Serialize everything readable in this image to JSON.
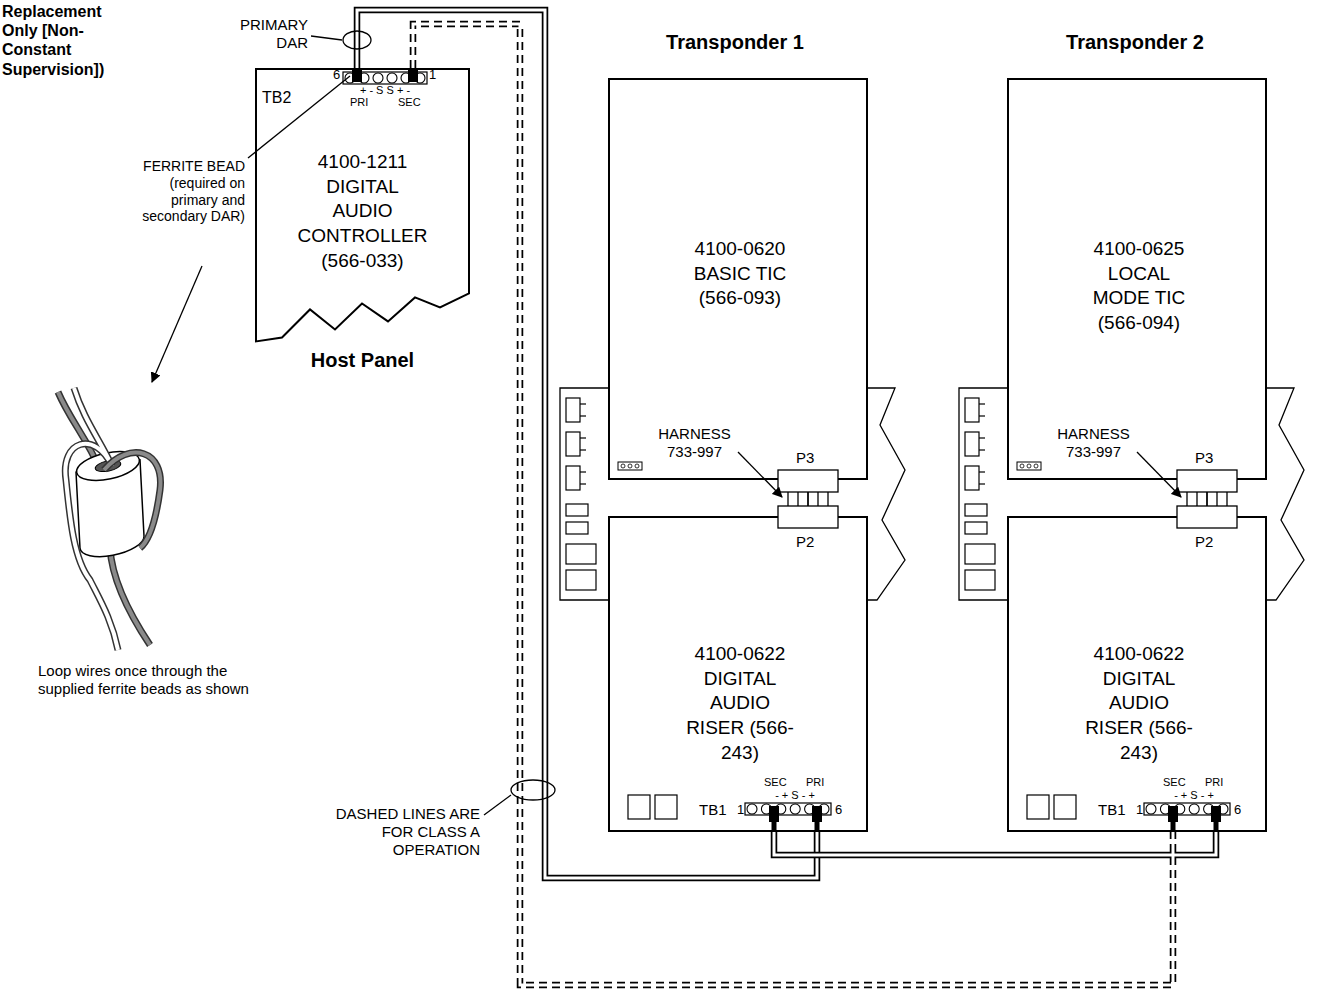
{
  "diagram": {
    "nodes": [
      {
        "text": [
          "4100-1211 DIGITAL AUDIO CONTROLLER (566-033)",
          "Host Panel"
        ]
      },
      {
        "text": [
          "4100-0620 BASIC TIC (566-093)"
        ]
      },
      {
        "text": [
          "4100-0622 DIGITAL AUDIO RISER (566-243)"
        ]
      },
      {
        "text": [
          "4100-0625 LOCAL MODE TIC (566-094)"
        ]
      },
      {
        "text": [
          "4100-0622 DIGITAL AUDIO RISER (566-243)"
        ]
      }
    ],
    "edges": [
      {
        "from": 0,
        "to": 2,
        "arrow": "none"
      },
      {
        "from": 2,
        "to": 4,
        "arrow": "none"
      },
      {
        "from": 0,
        "to": 4,
        "arrow": "none"
      },
      {
        "from": 1,
        "to": 2,
        "arrow": "none"
      },
      {
        "from": 3,
        "to": 4,
        "arrow": "none"
      }
    ],
    "labels": [
      "Replacement Only [Non-Constant Supervision])",
      "PRIMARY DAR",
      "6",
      "+ - S S + -",
      "1",
      "PRI",
      "SEC",
      "TB2",
      "FERRITE BEAD (required on primary and secondary DAR)",
      "Loop wires once through the supplied ferrite beads as shown",
      "DASHED LINES ARE FOR CLASS A OPERATION",
      "Transponder 1",
      "Transponder 2",
      "HARNESS 733-997",
      "P3",
      "P2",
      "HARNESS 733-997",
      "P3",
      "P2",
      "TB1",
      "SEC",
      "PRI",
      "- + S - +",
      "1",
      "6",
      "TB1",
      "SEC",
      "PRI",
      "- + S - +",
      "1",
      "6"
    ]
  }
}
